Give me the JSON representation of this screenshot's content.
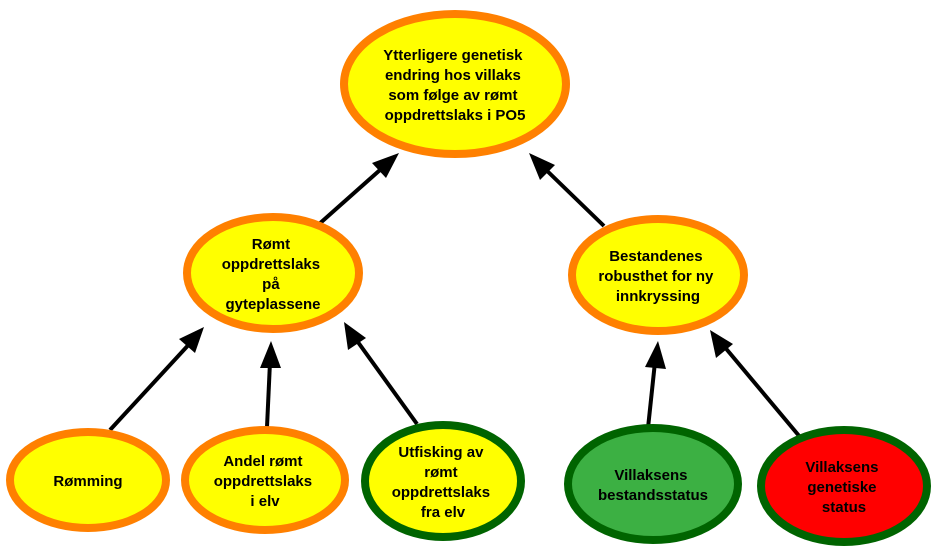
{
  "colors": {
    "yellow_fill": "#ffff00",
    "orange_border": "#ff8000",
    "green_border": "#006400",
    "green_fill": "#3cb043",
    "red_fill": "#ff0000",
    "arrow": "#000000"
  },
  "nodes": {
    "top": {
      "lines": [
        "Ytterligere genetisk",
        "endring hos villaks",
        "som følge av rømt",
        "oppdrettslaks i PO5"
      ]
    },
    "romt_gyte": {
      "lines": [
        "Rømt",
        "oppdrettslaks",
        "på",
        "gyteplassene"
      ]
    },
    "bestandenes": {
      "lines": [
        "Bestandenes",
        "robusthet for ny",
        "innkryssing"
      ]
    },
    "romming": {
      "lines": [
        "Rømming"
      ]
    },
    "andel": {
      "lines": [
        "Andel rømt",
        "oppdrettslaks",
        "i elv"
      ]
    },
    "utfisking": {
      "lines": [
        "Utfisking av",
        "rømt",
        "oppdrettslaks",
        "fra elv"
      ]
    },
    "bestandsstatus": {
      "lines": [
        "Villaksens",
        "bestandsstatus"
      ]
    },
    "genetisk": {
      "lines": [
        "Villaksens",
        "genetiske",
        "status"
      ]
    }
  }
}
